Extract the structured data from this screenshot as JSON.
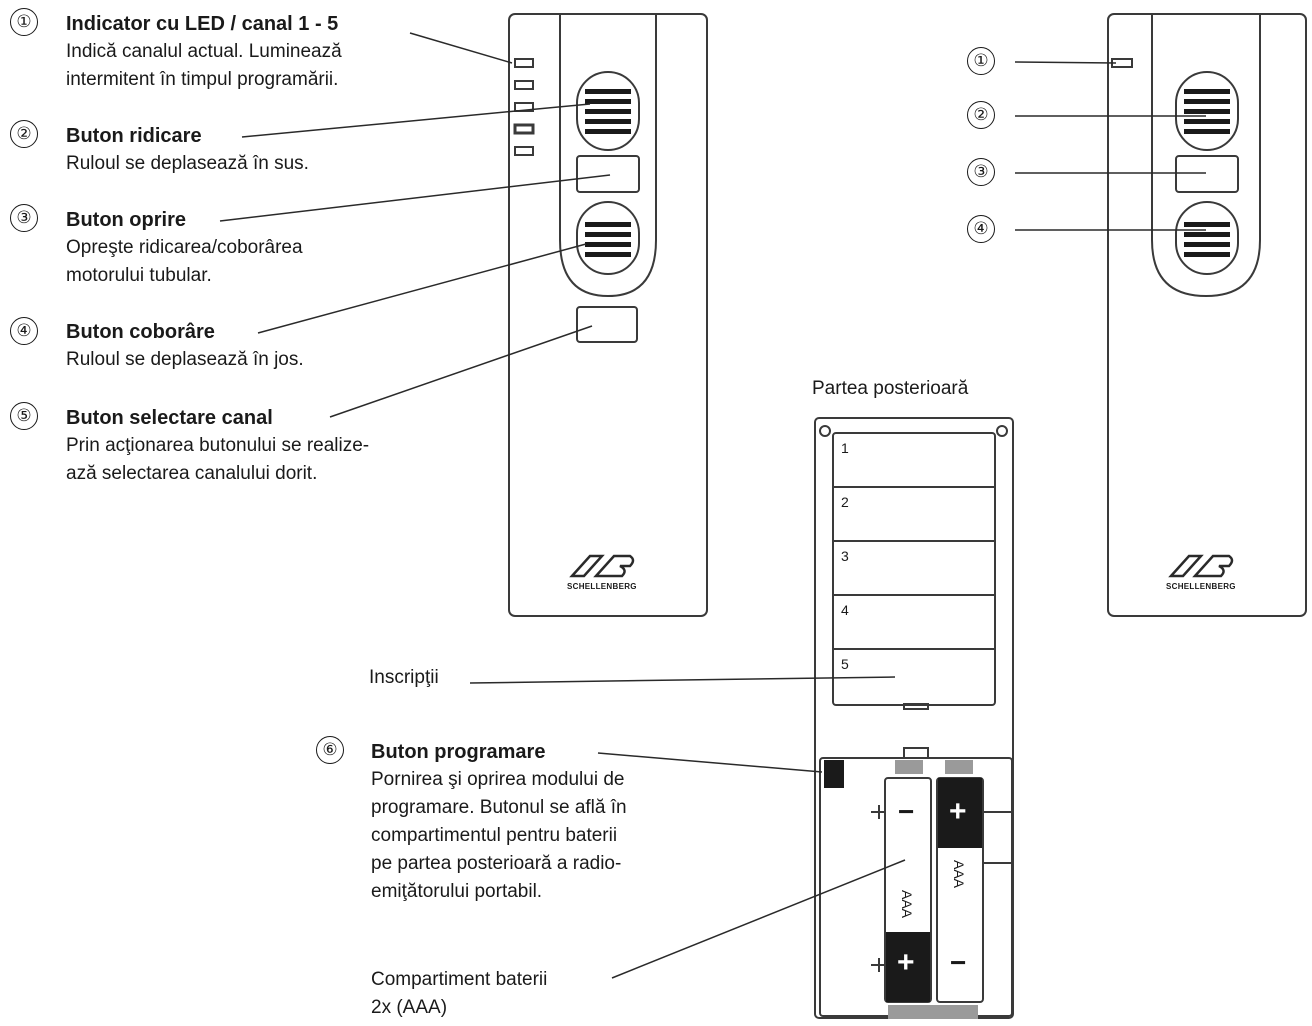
{
  "front_callouts": [
    {
      "num": "①",
      "title": "Indicator cu LED / canal 1 - 5",
      "desc": [
        "Indică canalul actual. Luminează",
        "intermitent în timpul programării."
      ]
    },
    {
      "num": "②",
      "title": "Buton ridicare",
      "desc": [
        "Ruloul se deplasează în sus."
      ]
    },
    {
      "num": "③",
      "title": "Buton oprire",
      "desc": [
        "Opreşte ridicarea/coborârea",
        "motorului tubular."
      ]
    },
    {
      "num": "④",
      "title": "Buton coborâre",
      "desc": [
        "Ruloul se deplasează în jos."
      ]
    },
    {
      "num": "⑤",
      "title": "Buton selectare canal",
      "desc": [
        "Prin acţionarea butonului se realize-",
        "ază selectarea canalului dorit."
      ]
    }
  ],
  "single_callouts": [
    "①",
    "②",
    "③",
    "④"
  ],
  "back_title": "Partea posterioară",
  "label_strip_numbers": [
    "1",
    "2",
    "3",
    "4",
    "5"
  ],
  "inscriptions_label": "Inscripţii",
  "program_callout": {
    "num": "⑥",
    "title": "Buton programare",
    "desc": [
      "Pornirea şi oprirea modului de",
      "programare. Butonul se află în",
      "compartimentul pentru baterii",
      "pe partea posterioară a radio-",
      "emiţătorului portabil."
    ]
  },
  "battery_label": [
    "Compartiment baterii",
    "2x (AAA)"
  ],
  "battery_type": "AAA",
  "plus_sign": "+",
  "minus_sign": "−",
  "logo_text": "SCHELLENBERG"
}
